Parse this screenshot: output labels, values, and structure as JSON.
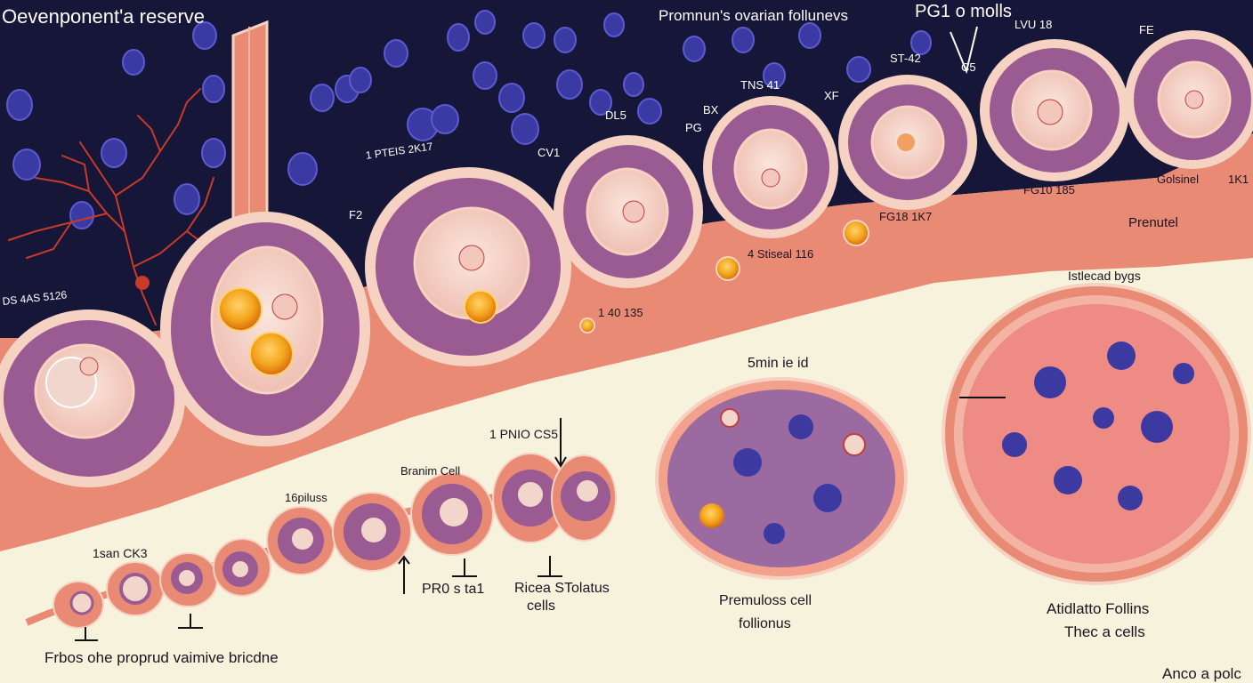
{
  "colors": {
    "background": "#f7f2dc",
    "cortex": "#151638",
    "stroma": "#e98a74",
    "follicle_membrane": "#f6d2c2",
    "granulosa": "#9a5a92",
    "nucleus": "#3c3aa0",
    "oocyte": "#f3cfc3",
    "vessel": "#c03a2a",
    "yolk": "#f3a51c"
  },
  "labels": {
    "title": "Oevenponent'a reserve",
    "top_center": "Promnun's ovarian follunevs",
    "pg1": "PG1 o molls",
    "lvu": "LVU 18",
    "fe": "FE",
    "st42": "ST-42",
    "c5": "C5",
    "tns": "TNS 41",
    "xf": "XF",
    "bx": "BX",
    "pg": "PG",
    "dl5": "DL5",
    "cv1": "CV1",
    "pteis": "1 PTEIS 2K17",
    "f2": "F2",
    "ds": "DS 4AS 5126",
    "fg1": "FG10 185",
    "fg2": "FG18 1K7",
    "gsl": "Golsinel",
    "gsl_num": "1K1",
    "prenutel": "Prenutel",
    "stiseal": "4 Stiseal 116",
    "num140": "1 40 135",
    "istlecad": "Istlecad bygs",
    "smin": "5min ie id",
    "pnio": "1 PNIO CS5",
    "branim": "Branim Cell",
    "spiluss": "16piluss",
    "isan": "1san CK3",
    "pro": "PR0 s ta1",
    "ricea": "Ricea STolatus",
    "cells": "cells",
    "premul1": "Premuloss cell",
    "premul2": "follionus",
    "atid1": "Atidlatto Follins",
    "atid2": "Thec a cells",
    "frbos": "Frbos ohe proprud vaimive bricdne",
    "anco": "Anco a polc"
  }
}
